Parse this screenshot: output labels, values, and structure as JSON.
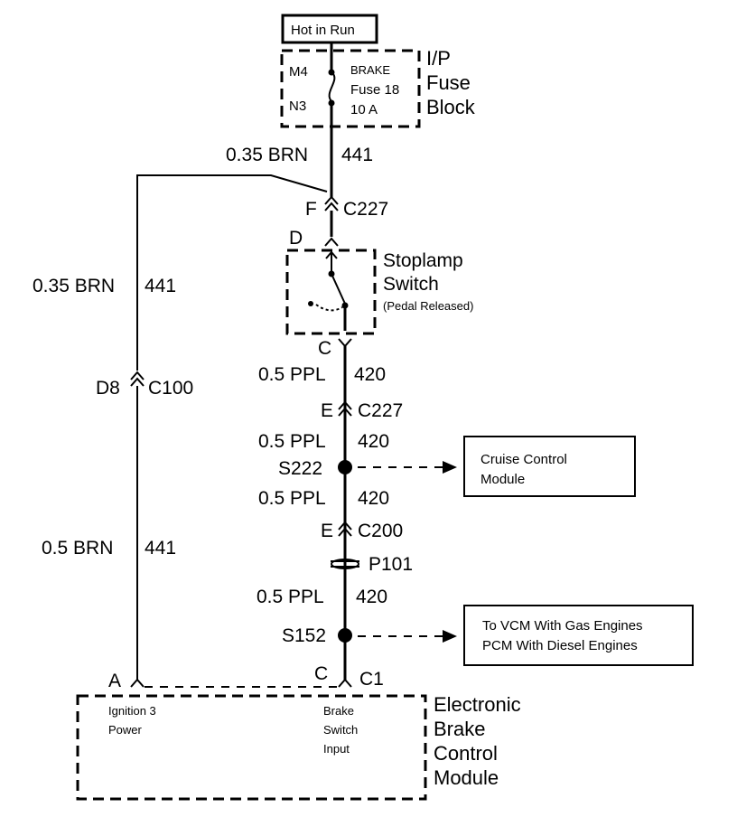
{
  "power": {
    "label": "Hot in Run"
  },
  "fuse_block": {
    "name_line1": "I/P",
    "name_line2": "Fuse",
    "name_line3": "Block",
    "terminal_top": "M4",
    "terminal_bottom": "N3",
    "fuse_line1": "BRAKE",
    "fuse_line2": "Fuse 18",
    "fuse_line3": "10 A"
  },
  "wires": {
    "w_top": {
      "gauge_color": "0.35 BRN",
      "circuit": "441"
    },
    "w_left_upper": {
      "gauge_color": "0.35 BRN",
      "circuit": "441"
    },
    "w_left_lower": {
      "gauge_color": "0.5 BRN",
      "circuit": "441"
    },
    "w_ppl_1": {
      "gauge_color": "0.5 PPL",
      "circuit": "420"
    },
    "w_ppl_2": {
      "gauge_color": "0.5 PPL",
      "circuit": "420"
    },
    "w_ppl_3": {
      "gauge_color": "0.5 PPL",
      "circuit": "420"
    },
    "w_ppl_4": {
      "gauge_color": "0.5 PPL",
      "circuit": "420"
    }
  },
  "connectors": {
    "c227_top": {
      "pin": "F",
      "name": "C227"
    },
    "c100": {
      "pin": "D8",
      "name": "C100"
    },
    "c227_mid": {
      "pin": "E",
      "name": "C227"
    },
    "c200": {
      "pin": "E",
      "name": "C200"
    },
    "c1_left_pin": "A",
    "c1_right_pin": "C",
    "c1_name": "C1"
  },
  "stoplamp_switch": {
    "pin_top": "D",
    "pin_bottom": "C",
    "name_line1": "Stoplamp",
    "name_line2": "Switch",
    "state": "(Pedal Released)"
  },
  "splices": {
    "s222": "S222",
    "s152": "S152",
    "p101": "P101"
  },
  "destinations": {
    "cruise_line1": "Cruise Control",
    "cruise_line2": "Module",
    "vcm_line1": "To VCM With Gas Engines",
    "vcm_line2": "PCM With Diesel Engines"
  },
  "module": {
    "name_line1": "Electronic",
    "name_line2": "Brake",
    "name_line3": "Control",
    "name_line4": "Module",
    "pin_a_line1": "Ignition 3",
    "pin_a_line2": "Power",
    "pin_c_line1": "Brake",
    "pin_c_line2": "Switch",
    "pin_c_line3": "Input"
  }
}
